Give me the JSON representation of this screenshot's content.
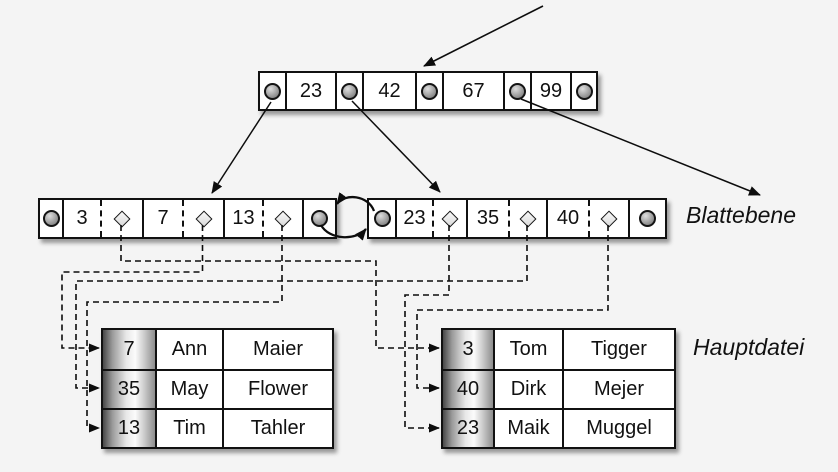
{
  "colors": {
    "bg": "#f4f4f4",
    "ink": "#111111"
  },
  "root_node": {
    "keys": [
      "23",
      "42",
      "67",
      "99"
    ]
  },
  "leaves": {
    "label": "Blattebene",
    "left": {
      "keys": [
        "3",
        "7",
        "13"
      ]
    },
    "right": {
      "keys": [
        "23",
        "35",
        "40"
      ]
    }
  },
  "tables": {
    "label": "Hauptdatei",
    "left": {
      "rows": [
        [
          "7",
          "Ann",
          "Maier"
        ],
        [
          "35",
          "May",
          "Flower"
        ],
        [
          "13",
          "Tim",
          "Tahler"
        ]
      ]
    },
    "right": {
      "rows": [
        [
          "3",
          "Tom",
          "Tigger"
        ],
        [
          "40",
          "Dirk",
          "Mejer"
        ],
        [
          "23",
          "Maik",
          "Muggel"
        ]
      ]
    }
  }
}
